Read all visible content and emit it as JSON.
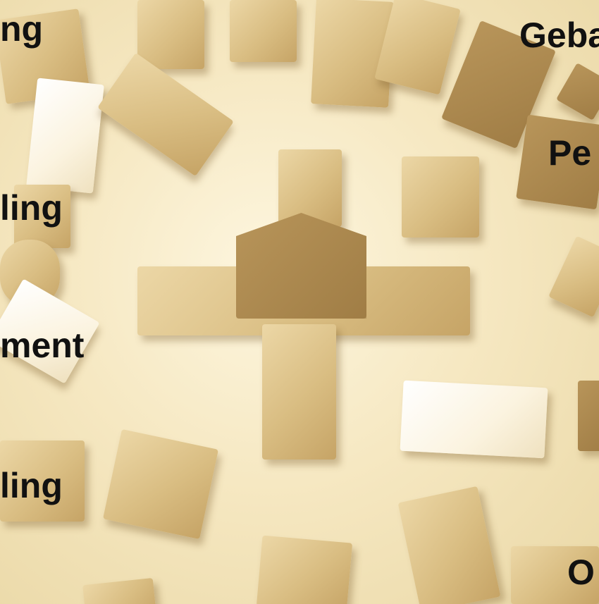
{
  "labels": {
    "top_left": "ng",
    "top_right": "Geba",
    "mid_right": "Pe",
    "mid_left_1": "ling",
    "mid_left_2": "ment",
    "bottom_left": "ling",
    "bottom_right": "O"
  },
  "colors": {
    "background": "#f6e8c2",
    "wood_light": "#ecd7a6",
    "wood_mid": "#d9bd82",
    "wood_dark": "#a07d45",
    "text": "#111111"
  }
}
